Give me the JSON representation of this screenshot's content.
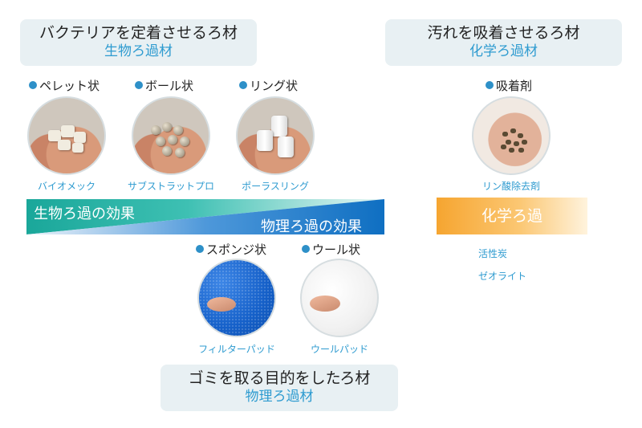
{
  "boxes": {
    "bio": {
      "line1": "バクテリアを定着させるろ材",
      "line2": "生物ろ過材"
    },
    "chem": {
      "line1": "汚れを吸着させるろ材",
      "line2": "化学ろ過材"
    },
    "phys": {
      "line1": "ゴミを取る目的をしたろ材",
      "line2": "物理ろ過材"
    }
  },
  "bio_items": [
    {
      "label": "ペレット状",
      "caption": "バイオメック",
      "icon": "pellet-media-photo"
    },
    {
      "label": "ボール状",
      "caption": "サブストラットプロ",
      "icon": "ball-media-photo"
    },
    {
      "label": "リング状",
      "caption": "ポーラスリング",
      "icon": "ring-media-photo"
    }
  ],
  "chem_item": {
    "label": "吸着剤",
    "caption": "リン酸除去剤",
    "icon": "adsorbent-photo"
  },
  "phys_items": [
    {
      "label": "スポンジ状",
      "caption": "フィルターパッド",
      "icon": "sponge-photo"
    },
    {
      "label": "ウール状",
      "caption": "ウールパッド",
      "icon": "wool-photo"
    }
  ],
  "band": {
    "bio_effect": "生物ろ過の効果",
    "phys_effect": "物理ろ過の効果"
  },
  "chem_bar": {
    "label": "化学ろ過",
    "examples": [
      "活性炭",
      "ゼオライト"
    ]
  },
  "colors": {
    "accent_blue": "#2e9bd0",
    "band_teal": "#1aa79a",
    "band_blue": "#0f6fc2",
    "chem_orange": "#f6a530",
    "box_bg": "#e8f0f3"
  }
}
